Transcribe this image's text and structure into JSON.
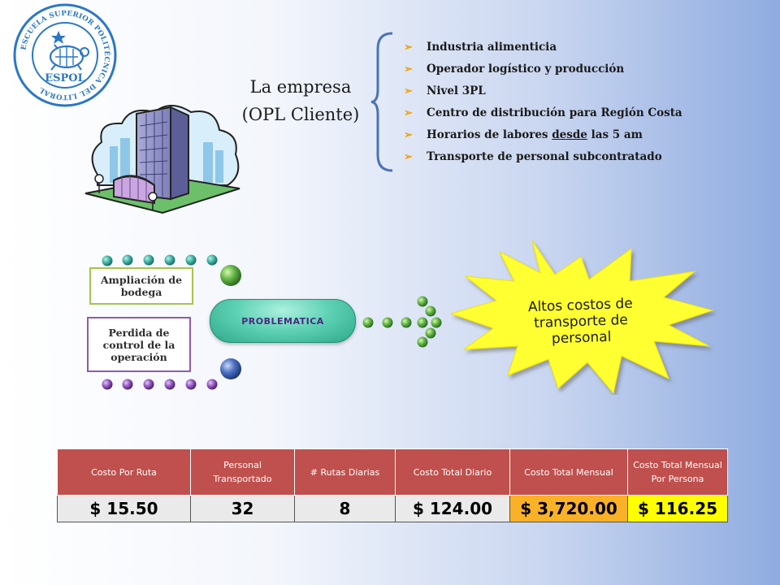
{
  "logo": {
    "ring_text": "ESCUELA SUPERIOR POLITÉCNICA DEL LITORAL",
    "name": "ESPOL"
  },
  "company": {
    "title_line1": "La empresa",
    "title_line2": "(OPL Cliente)",
    "bullets": [
      "Industria alimenticia",
      "Operador logístico y producción",
      "Nivel 3PL",
      "Centro de distribución para Región Costa",
      "Transporte de personal subcontratado"
    ],
    "bullet_horarios": {
      "before": "Horarios de labores ",
      "underlined": "desde",
      "after": " las 5 am"
    }
  },
  "diagram": {
    "cause1": "Ampliación de bodega",
    "cause2": "Perdida de control de la operación",
    "center": "PROBLEMATICA",
    "effect_line1": "Altos costos de",
    "effect_line2": "transporte de",
    "effect_line3": "personal"
  },
  "table": {
    "headers": [
      "Costo Por Ruta",
      "Personal Transportado",
      "# Rutas Diarias",
      "Costo Total Diario",
      "Costo Total Mensual",
      "Costo Total Mensual Por Persona"
    ],
    "values": [
      "$ 15.50",
      "32",
      "8",
      "$ 124.00",
      "$ 3,720.00",
      "$ 116.25"
    ]
  },
  "colors": {
    "header_red": "#c0504d",
    "highlight_orange": "#f9b127",
    "highlight_yellow": "#ffff00",
    "starburst": "#ffff33",
    "bullet_arrow": "#f5a300"
  }
}
